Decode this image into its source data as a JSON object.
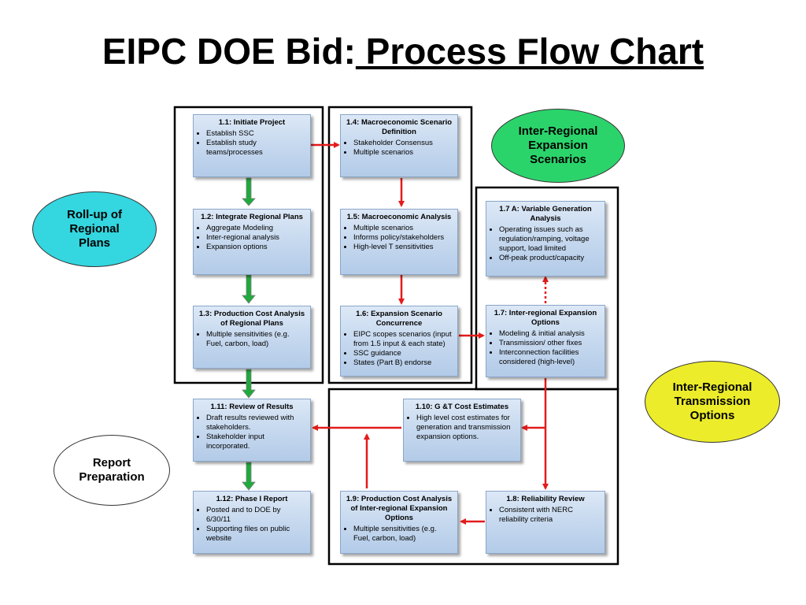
{
  "title": {
    "main": "EIPC DOE Bid:",
    "sub": " Process Flow Chart"
  },
  "colors": {
    "arrow_red": "#e31b1b",
    "arrow_green": "#1faa3c",
    "cyan_oval": "#34d6df",
    "green_oval": "#2bd46b",
    "yellow_oval": "#ecec2a"
  },
  "ovals": {
    "rollup": "Roll-up of\nRegional\nPlans",
    "inter_regional_expansion": "Inter-Regional\nExpansion\nScenarios",
    "inter_regional_transmission": "Inter-Regional\nTransmission\nOptions",
    "report_prep": "Report\nPreparation"
  },
  "boxes": {
    "b1_1": {
      "title": "1.1:  Initiate Project",
      "items": [
        "Establish SSC",
        "Establish study teams/processes"
      ]
    },
    "b1_2": {
      "title": "1.2:  Integrate Regional Plans",
      "items": [
        "Aggregate Modeling",
        "Inter-regional analysis",
        "Expansion options"
      ]
    },
    "b1_3": {
      "title": "1.3:  Production Cost Analysis of Regional Plans",
      "items": [
        "Multiple sensitivities (e.g. Fuel, carbon, load)"
      ]
    },
    "b1_4": {
      "title": "1.4:  Macroeconomic Scenario Definition",
      "items": [
        "Stakeholder Consensus",
        "Multiple scenarios"
      ]
    },
    "b1_5": {
      "title": "1.5:  Macroeconomic Analysis",
      "items": [
        "Multiple scenarios",
        "Informs policy/stakeholders",
        "High-level T sensitivities"
      ]
    },
    "b1_6": {
      "title": "1.6:  Expansion Scenario Concurrence",
      "items": [
        "EIPC scopes scenarios (input from 1.5 input & each state)",
        "SSC guidance",
        "States (Part B) endorse"
      ]
    },
    "b1_7a": {
      "title": "1.7 A:  Variable Generation Analysis",
      "items": [
        "Operating issues such as regulation/ramping, voltage support, load limited",
        "Off-peak product/capacity"
      ]
    },
    "b1_7": {
      "title": "1.7:  Inter-regional Expansion Options",
      "items": [
        "Modeling & initial analysis",
        "Transmission/ other fixes",
        "Interconnection facilities considered (high-level)"
      ]
    },
    "b1_10": {
      "title": "1.10:  G &T Cost Estimates",
      "items": [
        "High level cost estimates for generation and transmission expansion options."
      ]
    },
    "b1_11": {
      "title": "1.11:  Review of Results",
      "items": [
        "Draft results reviewed with stakeholders.",
        "Stakeholder input incorporated."
      ]
    },
    "b1_8": {
      "title": "1.8:  Reliability Review",
      "items": [
        "Consistent with NERC reliability criteria"
      ]
    },
    "b1_9": {
      "title": "1.9:  Production Cost Analysis of Inter-regional Expansion Options",
      "items": [
        "Multiple  sensitivities (e.g. Fuel, carbon, load)"
      ]
    },
    "b1_12": {
      "title": "1.12:  Phase I Report",
      "items": [
        "Posted and to DOE by 6/30/11",
        "Supporting files on public website"
      ]
    }
  }
}
